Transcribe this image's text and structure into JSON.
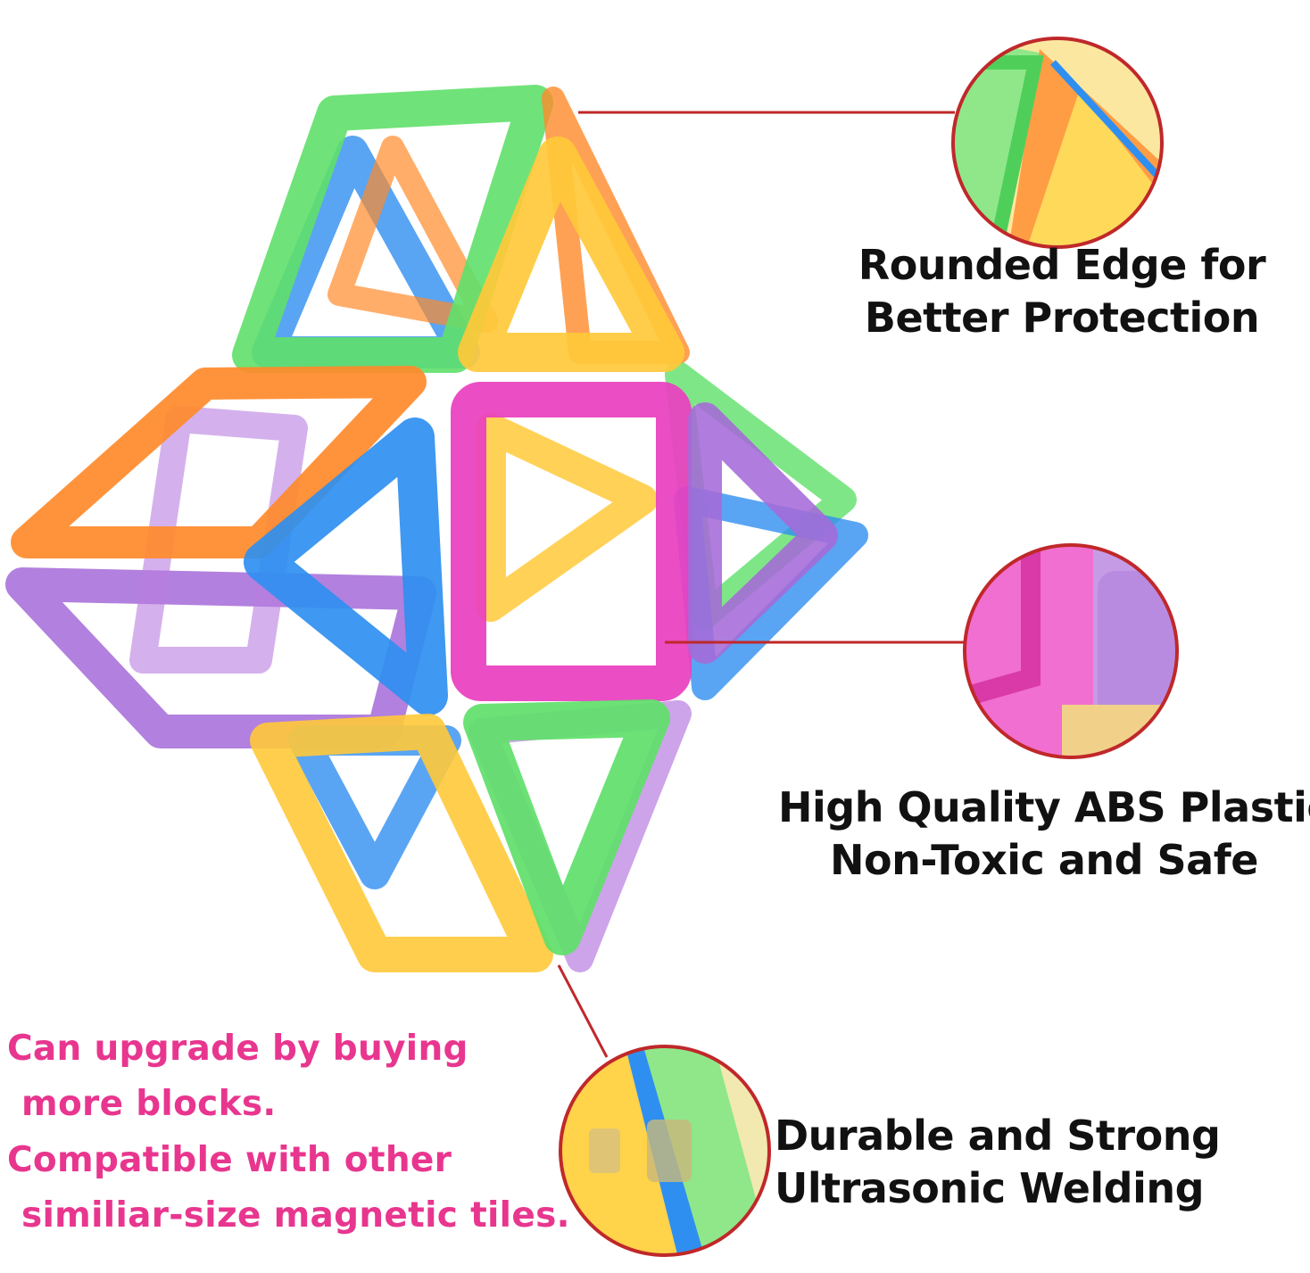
{
  "callouts": {
    "rounded_edge": {
      "line1": "Rounded Edge for",
      "line2": "Better Protection"
    },
    "abs_plastic": {
      "line1": "High Quality ABS Plastic:",
      "line2": "Non-Toxic and Safe"
    },
    "welding": {
      "line1": "Durable and Strong",
      "line2": "Ultrasonic Welding"
    }
  },
  "promo": {
    "line1": "Can upgrade by buying",
    "line2": "more blocks.",
    "line3": "Compatible with other",
    "line4": "similiar-size magnetic tiles."
  },
  "colors": {
    "leader_line": "#c0282a",
    "promo_text": "#e8368f",
    "callout_text": "#111111",
    "tile_green": "#5fe06a",
    "tile_yellow": "#ffc93a",
    "tile_orange": "#ff8a2a",
    "tile_blue": "#2f8ff0",
    "tile_purple": "#a56ad8",
    "tile_pink": "#ea3fbf"
  }
}
